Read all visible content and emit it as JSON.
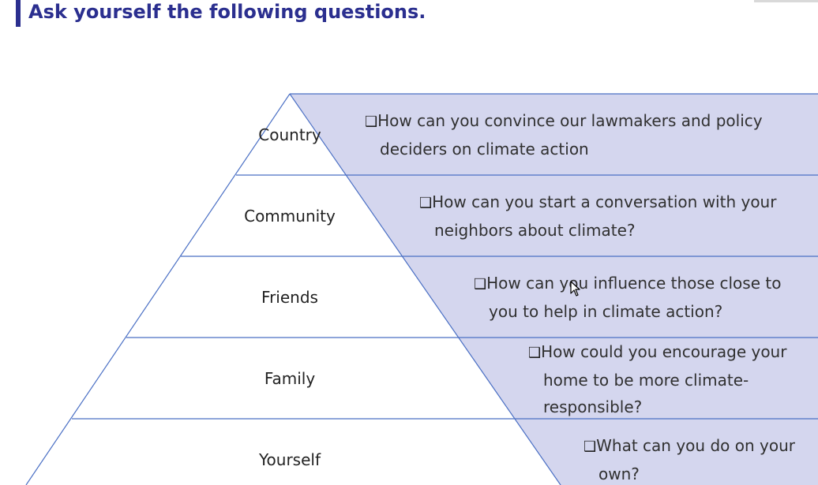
{
  "header": {
    "title": "Ask yourself the following questions."
  },
  "colors": {
    "accent": "#2b2f8f",
    "band_fill": "#d4d6ee",
    "line": "#4a6fc4"
  },
  "pyramid": {
    "levels": [
      {
        "label": "Country",
        "question_line1": "How can you convince our lawmakers and policy",
        "question_line2": "deciders on climate action",
        "question_line3": ""
      },
      {
        "label": "Community",
        "question_line1": "How can you start a conversation with your",
        "question_line2": "neighbors about climate?",
        "question_line3": ""
      },
      {
        "label": "Friends",
        "question_line1": "How can you influence those close to",
        "question_line2": "you to help in climate action?",
        "question_line3": ""
      },
      {
        "label": "Family",
        "question_line1": "How could you encourage your",
        "question_line2": "home to be more climate-",
        "question_line3": "responsible?"
      },
      {
        "label": "Yourself",
        "question_line1": "What can you do on your",
        "question_line2": "own?",
        "question_line3": ""
      }
    ]
  },
  "icons": {
    "checkbox": "checkbox-icon",
    "cursor": "mouse-pointer-icon"
  }
}
